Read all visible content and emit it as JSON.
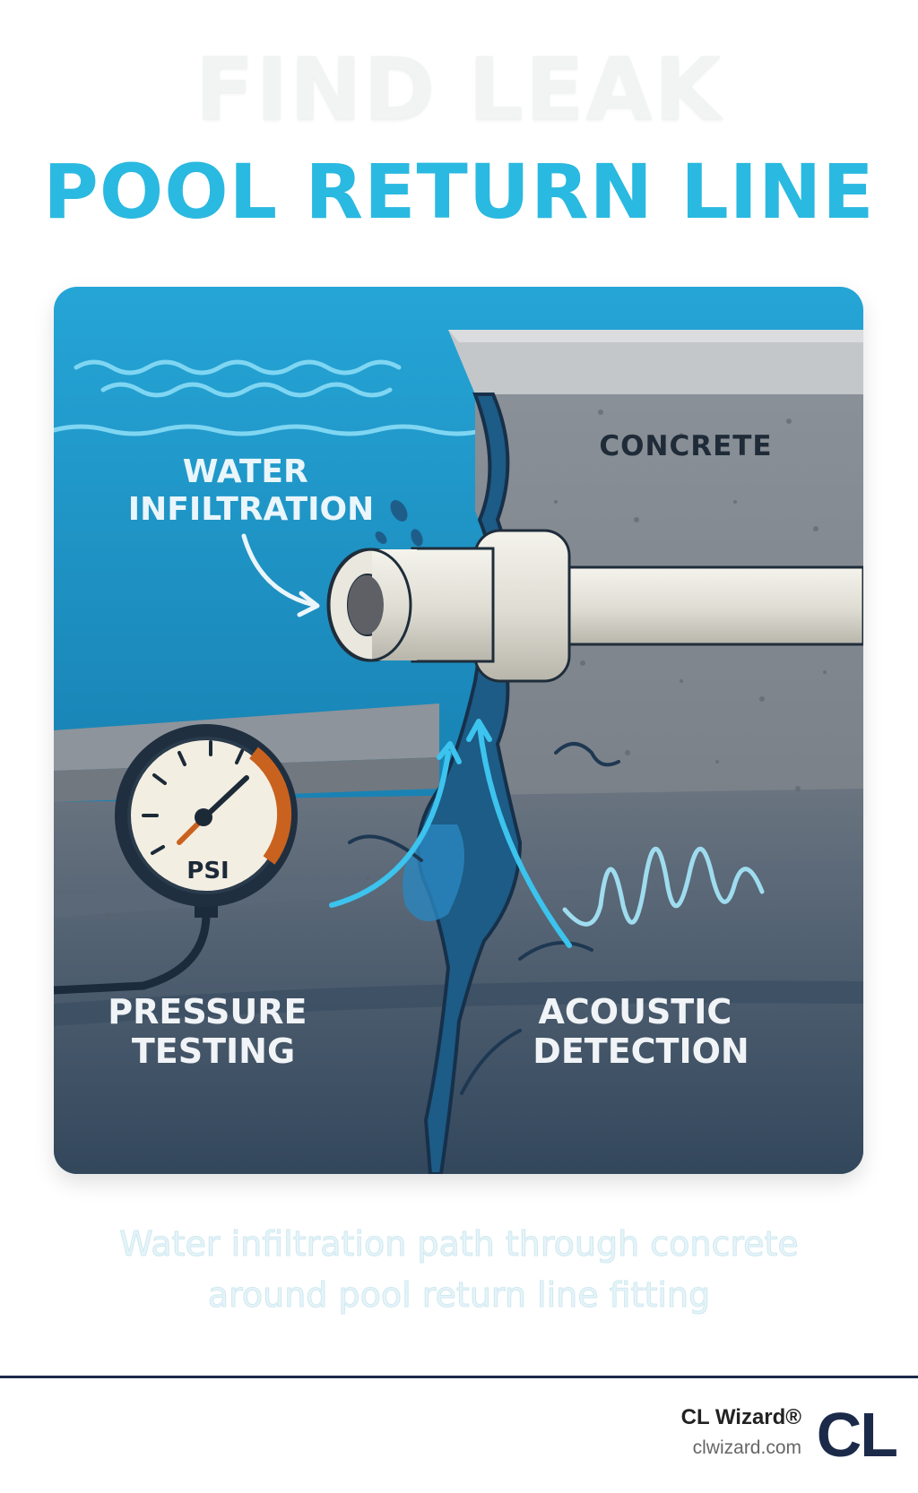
{
  "title": {
    "line1": "FIND LEAK",
    "line2": "POOL RETURN LINE"
  },
  "labels": {
    "concrete": "CONCRETE",
    "water_infiltration": [
      "WATER",
      "INFILTRATION"
    ],
    "gauge_unit": "PSI",
    "pressure_testing": [
      "PRESSURE",
      "TESTING"
    ],
    "acoustic_detection": [
      "ACOUSTIC",
      "DETECTION"
    ]
  },
  "caption": {
    "line1": "Water infiltration path through concrete",
    "line2": "around pool return line fitting"
  },
  "footer": {
    "brand_name": "CL Wizard®",
    "brand_url": "clwizard.com",
    "logo_text": "CL"
  },
  "colors": {
    "title_accent": "#2ab9e0",
    "water": "#1f9fd0",
    "concrete": "#7e858d",
    "soil": "#3d5266",
    "navy": "#1c2a4a"
  },
  "icons": {
    "gauge": "pressure-gauge-icon",
    "wave": "acoustic-wave-icon",
    "arrow": "curved-arrow-icon"
  }
}
